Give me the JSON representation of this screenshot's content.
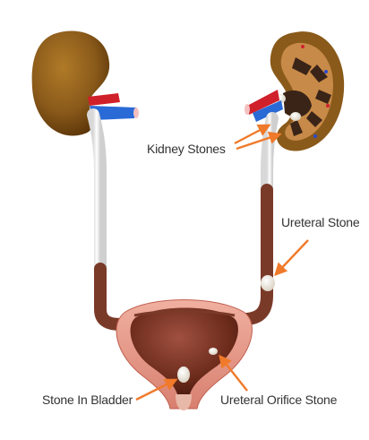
{
  "labels": {
    "kidney_stones": "Kidney Stones",
    "ureteral_stone": "Ureteral Stone",
    "stone_in_bladder": "Stone In Bladder",
    "ureteral_orifice_stone": "Ureteral Orifice Stone"
  },
  "colors": {
    "arrow": "#f07a2a",
    "kidney": "#8a5a1a",
    "ureter_tissue": "#7a3a28",
    "bladder_wall": "#e89a8a",
    "vein": "#2a6ad6",
    "artery": "#d0202a"
  }
}
